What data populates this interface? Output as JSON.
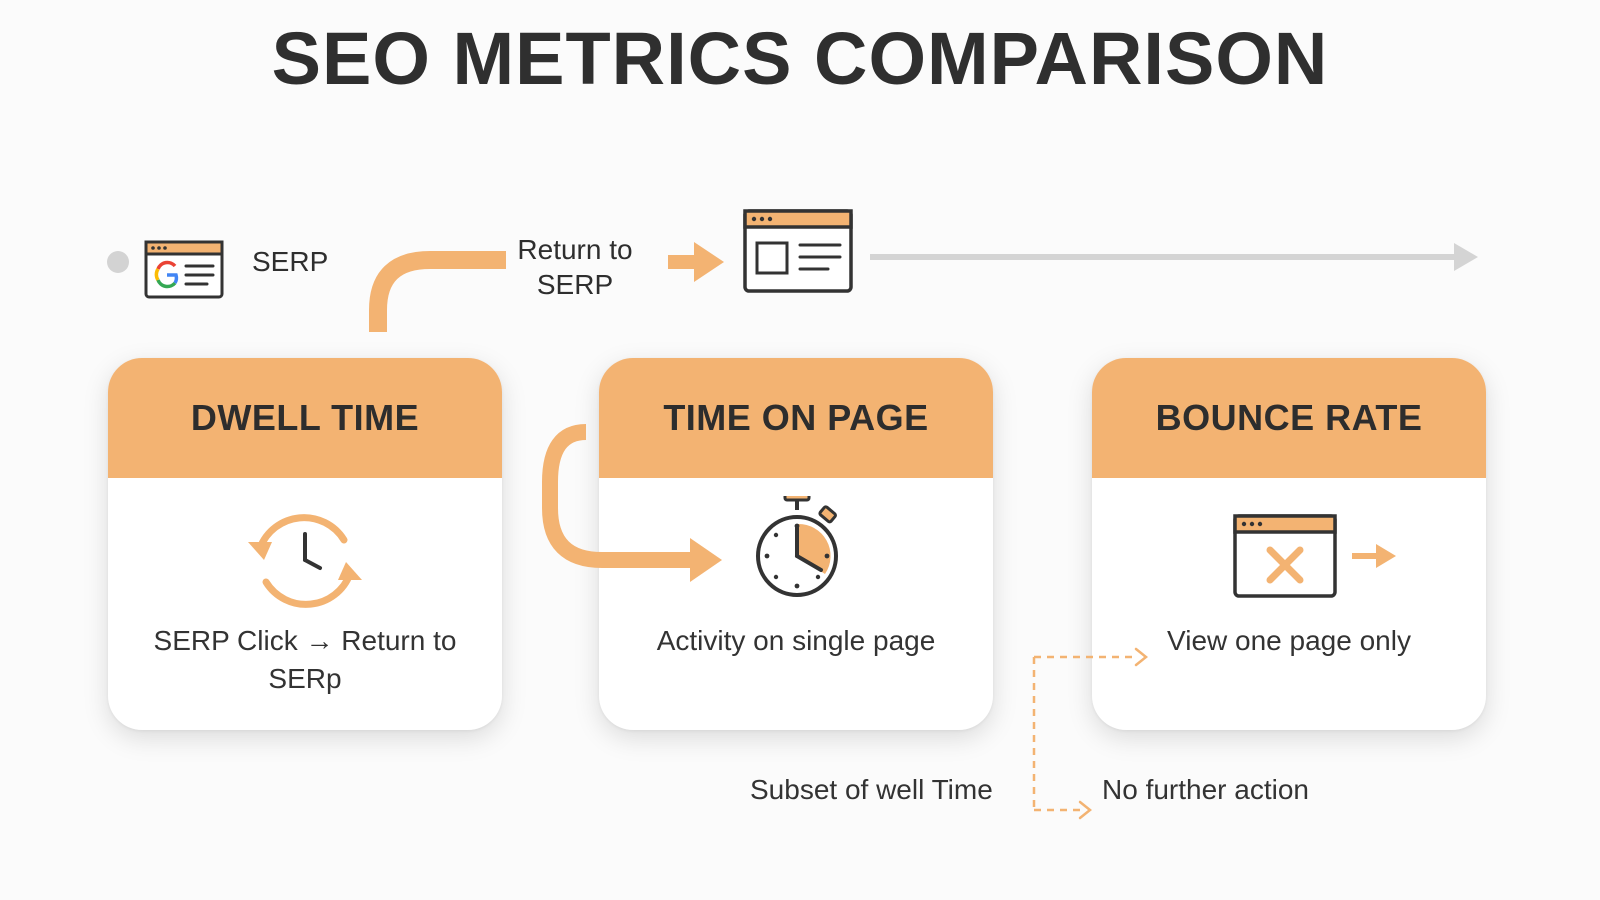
{
  "title": "SEO METRICS COMPARISON",
  "flow": {
    "serp_label": "SERP",
    "return_label": "Return to SERP"
  },
  "cards": [
    {
      "heading": "DWELL TIME",
      "icon": "refresh-clock-icon",
      "description": "SERP Click → Return to SERp"
    },
    {
      "heading": "TIME ON PAGE",
      "icon": "stopwatch-icon",
      "description": "Activity on single page"
    },
    {
      "heading": "BOUNCE RATE",
      "icon": "browser-close-exit-icon",
      "description": "View one page only"
    }
  ],
  "footnotes": {
    "left": "Subset of well Time",
    "right": "No further action"
  },
  "colors": {
    "accent": "#f3b372",
    "title": "#2f2f2f",
    "text": "#2e2e2e",
    "line_gray": "#d4d4d4",
    "google_blue": "#4285f4",
    "google_red": "#ea4335",
    "google_yellow": "#fbbc05",
    "google_green": "#34a853"
  }
}
